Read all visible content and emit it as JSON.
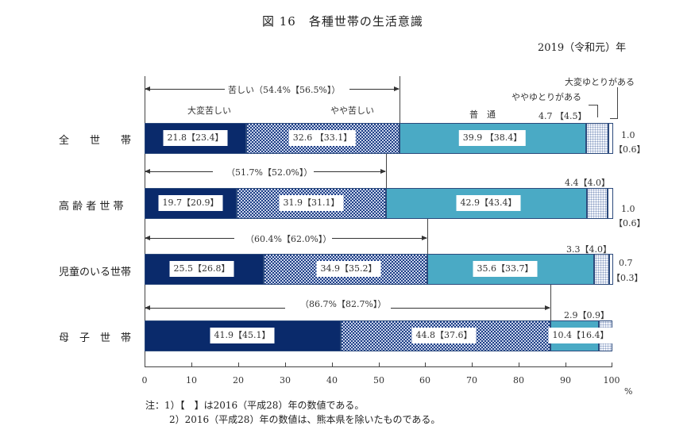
{
  "title": "図 16　各種世帯の生活意識",
  "year_label": "2019（令和元）年",
  "header_labels": {
    "kurushii_total": "苦しい（54.4%【56.5%】）",
    "taihen_kurushii": "大変苦しい",
    "yaya_kurushii": "やや苦しい",
    "futsu": "普　通",
    "yaya_yutori": "ややゆとりがある",
    "taihen_yutori": "大変ゆとりがある"
  },
  "rows": [
    {
      "category": "全　　世　　帯",
      "bracket_label": "苦しい（54.4%【56.5%】）",
      "labels": [
        "21.8【23.4】",
        "32.6 【33.1】",
        "39.9 【38.4】",
        "4.7 【4.5】",
        "1.0",
        "【0.6】"
      ]
    },
    {
      "category": "高 齢 者 世 帯",
      "bracket_label": "（51.7%【52.0%】）",
      "labels": [
        "19.7【20.9】",
        "31.9【31.1】",
        "42.9【43.4】",
        "4.4【4.0】",
        "1.0",
        "【0.6】"
      ]
    },
    {
      "category": "児童のいる世帯",
      "bracket_label": "（60.4%【62.0%】）",
      "labels": [
        "25.5【26.8】",
        "34.9【35.2】",
        "35.6【33.7】",
        "3.3【4.0】",
        "0.7",
        "【0.3】"
      ]
    },
    {
      "category": "母　子　世　帯",
      "bracket_label": "（86.7%【82.7%】）",
      "labels": [
        "41.9【45.1】",
        "44.8【37.6】",
        "10.4【16.4】",
        "2.9【0.9】"
      ]
    }
  ],
  "axis": {
    "ticks": [
      "0",
      "10",
      "20",
      "30",
      "40",
      "50",
      "60",
      "70",
      "80",
      "90",
      "100"
    ],
    "unit": "%"
  },
  "notes": {
    "note1": "注：1）【　】は2016（平成28）年の数値である。",
    "note2": "2）2016（平成28）年の数値は、熊本県を除いたものである。"
  },
  "colors": {
    "taihen_kurushii": "#0a2a6b",
    "yaya_kurushii": "#1e3f86",
    "futsu": "#4aaac5",
    "yaya_yutori": "#f3f6fb",
    "taihen_yutori": "#ffffff"
  },
  "chart_data": {
    "type": "bar",
    "orientation": "horizontal",
    "stacked": true,
    "title": "図 16　各種世帯の生活意識",
    "subtitle": "2019（令和元）年",
    "categories": [
      "全世帯",
      "高齢者世帯",
      "児童のいる世帯",
      "母子世帯"
    ],
    "series": [
      {
        "name": "大変苦しい",
        "values": [
          21.8,
          19.7,
          25.5,
          41.9
        ],
        "values_2016": [
          23.4,
          20.9,
          26.8,
          45.1
        ]
      },
      {
        "name": "やや苦しい",
        "values": [
          32.6,
          31.9,
          34.9,
          44.8
        ],
        "values_2016": [
          33.1,
          31.1,
          35.2,
          37.6
        ]
      },
      {
        "name": "普通",
        "values": [
          39.9,
          42.9,
          35.6,
          10.4
        ],
        "values_2016": [
          38.4,
          43.4,
          33.7,
          16.4
        ]
      },
      {
        "name": "ややゆとりがある",
        "values": [
          4.7,
          4.4,
          3.3,
          2.9
        ],
        "values_2016": [
          4.5,
          4.0,
          4.0,
          0.9
        ]
      },
      {
        "name": "大変ゆとりがある",
        "values": [
          1.0,
          1.0,
          0.7,
          0.0
        ],
        "values_2016": [
          0.6,
          0.6,
          0.3,
          0.0
        ]
      }
    ],
    "annotations": [
      {
        "category": "全世帯",
        "text": "苦しい（54.4%【56.5%】）",
        "value": 54.4,
        "value_2016": 56.5
      },
      {
        "category": "高齢者世帯",
        "text": "（51.7%【52.0%】）",
        "value": 51.7,
        "value_2016": 52.0
      },
      {
        "category": "児童のいる世帯",
        "text": "（60.4%【62.0%】）",
        "value": 60.4,
        "value_2016": 62.0
      },
      {
        "category": "母子世帯",
        "text": "（86.7%【82.7%】）",
        "value": 86.7,
        "value_2016": 82.7
      }
    ],
    "xlabel": "%",
    "ylabel": "",
    "xlim": [
      0,
      100
    ],
    "xticks": [
      0,
      10,
      20,
      30,
      40,
      50,
      60,
      70,
      80,
      90,
      100
    ],
    "grid": false,
    "legend": "inline labels above first bar",
    "notes": [
      "注：1）【　】は2016（平成28）年の数値である。",
      "2）2016（平成28）年の数値は、熊本県を除いたものである。"
    ]
  }
}
